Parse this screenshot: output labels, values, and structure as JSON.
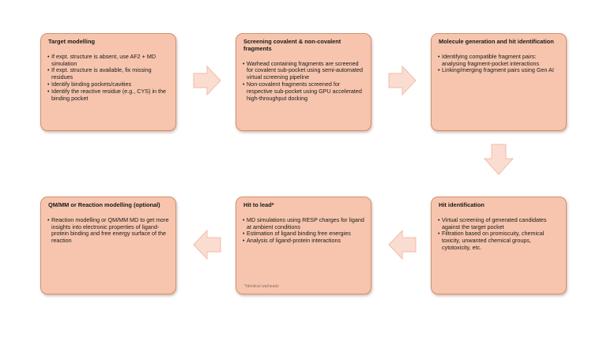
{
  "diagram": {
    "colors": {
      "card_fill": "#f7c5ae",
      "card_border": "#d28f72",
      "arrow_fill": "#fbdcd0",
      "arrow_stroke": "#f0bca7"
    },
    "steps": [
      {
        "title": "Target modelling",
        "bullets": [
          "If expt. structure is absent, use AF2 + MD simulation",
          "If expt. structure is available, fix missing residues",
          "Identify binding pockets/cavities",
          "Identify the reactive residue (e.g., CYS) in the binding pocket"
        ]
      },
      {
        "title": "Screening covalent & non-covalent fragments",
        "bullets": [
          "Warhead containing fragments are screened for covalent sub-pocket using semi-automated virtual screening pipeline",
          "Non-covalent fragments screened for respective sub-pocket using GPU accelerated high-throughput docking"
        ]
      },
      {
        "title": "Molecule generation and hit identification",
        "bullets": [
          "Identifying compatible fragment pairs: analysing fragment-pocket interactions",
          "Linking/merging fragment pairs using Gen AI"
        ]
      },
      {
        "title": "Hit identification",
        "bullets": [
          "Virtual screening of generated candidates against the target pocket",
          "Filtration based on promiscuity, chemical toxicity, unwanted chemical groups, cytotoxicity, etc."
        ]
      },
      {
        "title": "Hit to lead*",
        "bullets": [
          "MD simulations using RESP charges for ligand at ambient conditions",
          "Estimation of ligand binding free energies",
          "Analysis of ligand-protein interactions"
        ],
        "note": "*Identical warheads"
      },
      {
        "title": "QM/MM or Reaction modelling (optional)",
        "bullets": [
          "Reaction modelling or QM/MM MD to get more insights into electronic properties of ligand-protein binding and free energy surface of the reaction"
        ]
      }
    ]
  }
}
